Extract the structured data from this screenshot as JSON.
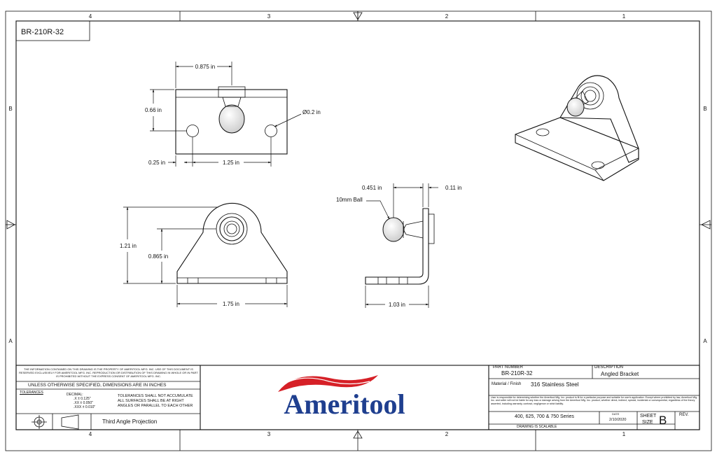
{
  "zone_cols": [
    "4",
    "3",
    "2",
    "1"
  ],
  "zone_rows": [
    "B",
    "A"
  ],
  "drawing_id": "BR-210R-32",
  "front_view": {
    "dim_width": "0.875 in",
    "dim_height": "0.66 in",
    "dim_hole": "Ø0.2 in",
    "dim_edge": "0.25 in",
    "dim_span": "1.25 in"
  },
  "side_view": {
    "dim_offset": "0.451 in",
    "dim_thickness": "0.11 in",
    "ball_label": "10mm Ball",
    "dim_depth": "1.03 in"
  },
  "top_view": {
    "dim_height": "1.21 in",
    "dim_center": "0.865 in",
    "dim_width": "1.75 in"
  },
  "title_block": {
    "notice": "THE INFORMATION CONTAINED ON THIS DRAWING IS THE PROPERTY OF AMERITOOL MFG. INC. USE OF THIS DOCUMENT IS RESERVED EXCLUSIVELY FOR AMERITOOL MFG. INC. REPRODUCTION OR DISTRIBUTION OF THIS DRAWING IN WHOLE OR IN PART IS PROHIBITED WITHOUT THE EXPRESS CONSENT OF AMERITOOL MFG. INC.",
    "units_note": "UNLESS OTHERWISE SPECIFIED, DIMENSIONS ARE IN INCHES",
    "tolerances_label": "TOLERANCES",
    "decimal_label": "DECIMAL:",
    "tol_x": ".X  ± 0.125\"",
    "tol_xx": ".XX  ± 0.050\"",
    "tol_xxx": ".XXX ± 0.010\"",
    "tol_note_1": "TOLERANCES SHALL NOT ACCUMULATE",
    "tol_note_2": "ALL SURFACES SHALL BE AT RIGHT",
    "tol_note_3": "ANGLES OR PARALLEL TO EACH OTHER",
    "projection": "Third Angle Projection",
    "logo_text": "Ameritool",
    "part_number_label": "PART NUMBER",
    "part_number": "BR-210R-32",
    "description_label": "DESCRIPTION",
    "description": "Angled Bracket",
    "material_label": "Material / Finish",
    "material": "316 Stainless Steel",
    "liability": "User is responsible for determining whether the Ameritool Mfg. Inc. product is fit for a particular purpose and suitable for user's application. Except where prohibited by law, Ameritool Mfg. Inc. and seller will not be liable for any loss or damage arising from the Ameritool Mfg. Inc. product, whether direct, indirect, special, incidental or consequential, regardless of the theory asserted, including warranty, contract, negligence or strict liability.",
    "series": "400, 625, 700 & 750 Series",
    "date_label": "DATE",
    "date": "2/10/2020",
    "sheet_label": "SHEET",
    "size_label": "SIZE",
    "size": "B",
    "rev_label": "REV.",
    "scalable": "DRAWING IS SCALABLE"
  },
  "colors": {
    "logo_red": "#d62027",
    "logo_blue": "#1f3f8f",
    "ink": "#111111"
  }
}
